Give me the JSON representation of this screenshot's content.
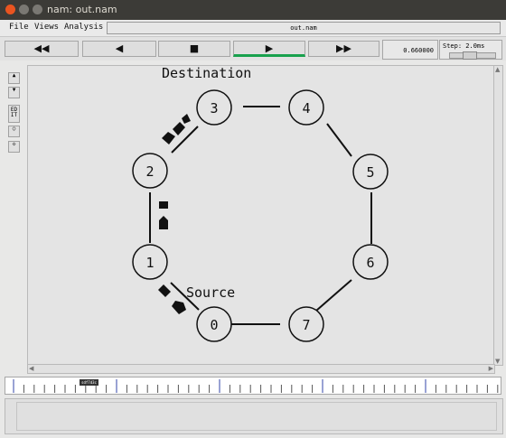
{
  "window": {
    "title": "nam: out.nam"
  },
  "menu": {
    "file": "File",
    "views": "Views",
    "analysis": "Analysis"
  },
  "filename": "out.nam",
  "controls": {
    "rewind": "◀◀",
    "back": "◀",
    "stop": "■",
    "play": "▶",
    "fastforward": "▶▶",
    "time": "0.660000",
    "step": "Step: 2.0ms"
  },
  "toolbar": {
    "edit": "ED IT"
  },
  "nodes": [
    {
      "label": "0"
    },
    {
      "label": "1"
    },
    {
      "label": "2"
    },
    {
      "label": "3"
    },
    {
      "label": "4"
    },
    {
      "label": "5"
    },
    {
      "label": "6"
    },
    {
      "label": "7"
    }
  ],
  "annotations": {
    "source": "Source",
    "destination": "Destination"
  },
  "timeline": {
    "marker": "sdf7d3c"
  }
}
